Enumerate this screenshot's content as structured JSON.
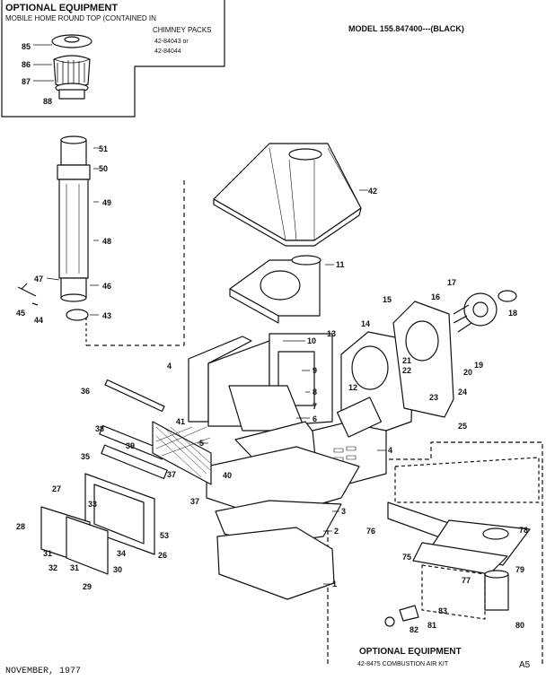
{
  "header": {
    "optional_equipment_top": "OPTIONAL EQUIPMENT",
    "mobile_home_line1": "MOBILE HOME ROUND TOP (CONTAINED IN",
    "mobile_home_line2": "CHIMNEY PACKS",
    "pack_number_a": "42-84043 or",
    "pack_number_b": "42-84044",
    "model": "MODEL 155.847400---(BLACK)"
  },
  "kit": {
    "title": "OPTIONAL EQUIPMENT",
    "subtitle": "42-8475 COMBUSTION AIR KIT"
  },
  "footer": {
    "date": "NOVEMBER, 1977",
    "page_code": "A5"
  },
  "callouts": [
    "85",
    "86",
    "87",
    "88",
    "51",
    "50",
    "49",
    "48",
    "47",
    "46",
    "45",
    "44",
    "43",
    "42",
    "11",
    "10",
    "9",
    "8",
    "7",
    "6",
    "5",
    "4",
    "4",
    "3",
    "2",
    "1",
    "36",
    "38",
    "39",
    "41",
    "40",
    "37",
    "37",
    "35",
    "27",
    "33",
    "53",
    "26",
    "28",
    "31",
    "32",
    "31",
    "30",
    "34",
    "29",
    "13",
    "14",
    "15",
    "16",
    "17",
    "18",
    "12",
    "21",
    "22",
    "19",
    "20",
    "23",
    "24",
    "25",
    "76",
    "78",
    "75",
    "77",
    "79",
    "83",
    "81",
    "82",
    "80"
  ]
}
